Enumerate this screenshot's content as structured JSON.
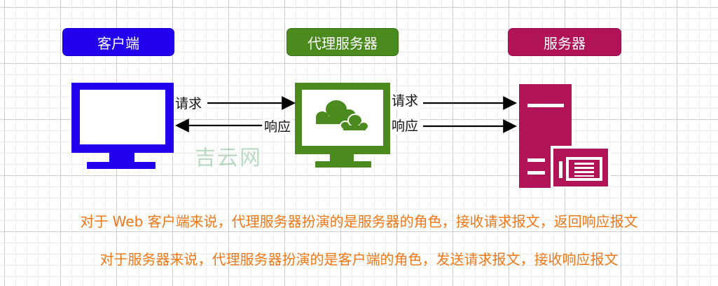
{
  "nodes": {
    "client": "客户端",
    "proxy": "代理服务器",
    "server": "服务器"
  },
  "flows": {
    "left_request": "请求",
    "left_response": "响应",
    "right_request": "请求",
    "right_response": "响应"
  },
  "watermark": "吉云网",
  "captions": {
    "line1": "对于 Web 客户端来说，代理服务器扮演的是服务器的角色，接收请求报文，返回响应报文",
    "line2": "对于服务器来说，代理服务器扮演的是客户端的角色，发送请求报文，接收响应报文"
  },
  "colors": {
    "client": "#2200ee",
    "proxy": "#4a8a1e",
    "server": "#b01456",
    "caption": "#f07818"
  },
  "icons": {
    "client": "monitor-icon",
    "proxy": "monitor-cloud-icon",
    "server": "server-tower-icon"
  }
}
